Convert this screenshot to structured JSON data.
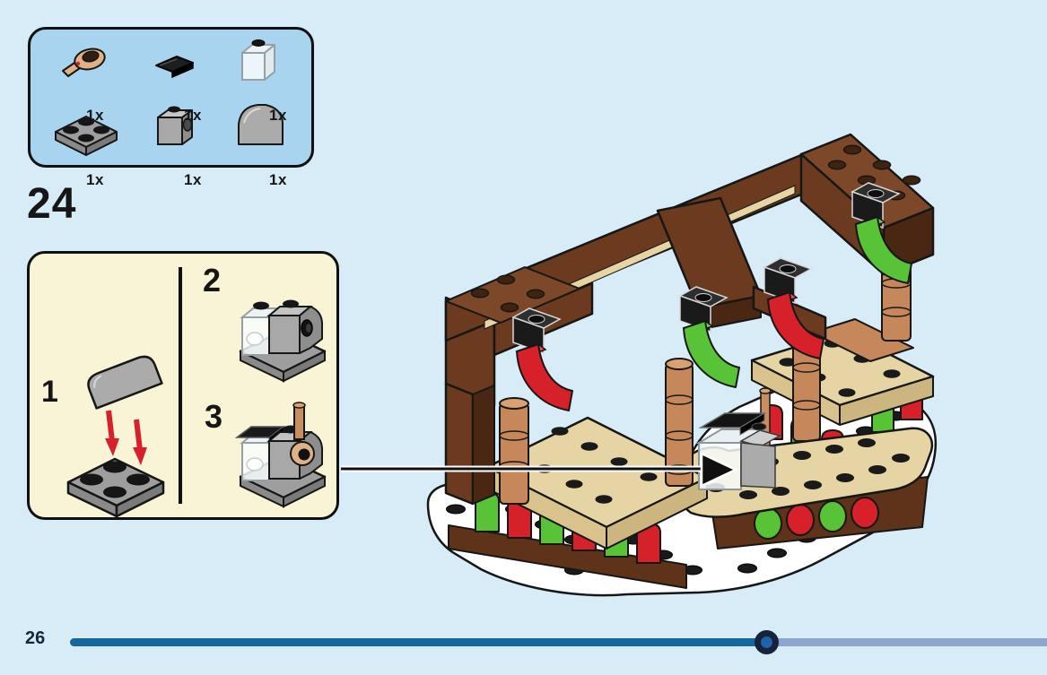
{
  "parts_panel": {
    "parts": [
      {
        "icon": "pan-utensil-icon",
        "count": "1x"
      },
      {
        "icon": "black-tile-1x2-icon",
        "count": "1x"
      },
      {
        "icon": "trans-clear-brick-1x1-icon",
        "count": "1x"
      },
      {
        "icon": "gray-plate-2x2-icon",
        "count": "1x"
      },
      {
        "icon": "gray-headlight-brick-1x1-icon",
        "count": "1x"
      },
      {
        "icon": "gray-curved-slope-1x2-icon",
        "count": "1x"
      }
    ]
  },
  "step": {
    "number": "24"
  },
  "subassembly": {
    "steps": [
      {
        "label": "1"
      },
      {
        "label": "2"
      },
      {
        "label": "3"
      }
    ]
  },
  "footer": {
    "page_number": "26",
    "progress_percent": 71
  },
  "colors": {
    "background": "#D8ECF8",
    "parts_panel_blue": "#A9D4EF",
    "subassembly_cream": "#FAF4D6",
    "outline_black": "#101010",
    "progress_fill": "#15689E",
    "progress_track": "#8CA7CE",
    "handle_outer": "#16233B",
    "handle_inner": "#1E62A8",
    "arrow_red": "#D6212B",
    "brick_red": "#D6212B",
    "brick_green": "#58C337",
    "brick_brown": "#6B3A1F",
    "brick_nougat": "#C6875A",
    "brick_tan": "#E7D4A4",
    "snow_white": "#FFFFFF"
  }
}
